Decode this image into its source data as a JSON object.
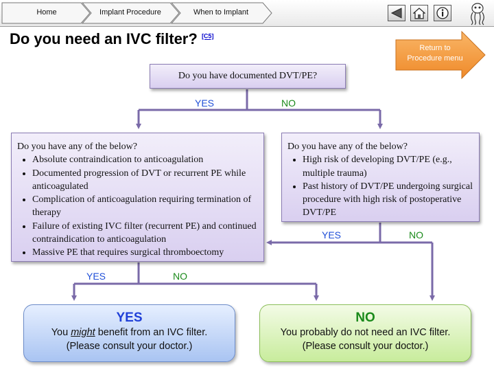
{
  "nav": {
    "crumbs": [
      "Home",
      "Implant Procedure",
      "When to Implant"
    ],
    "back_icon": "back-triangle-icon",
    "home_icon": "house-icon",
    "info_icon": "info-icon"
  },
  "title": {
    "text": "Do you need an IVC filter?",
    "ref": "[C5]"
  },
  "return_button": {
    "line1": "Return to",
    "line2": "Procedure menu",
    "color": "#f39a3a"
  },
  "flow": {
    "q1": "Do you have documented DVT/PE?",
    "q1_yes": "YES",
    "q1_no": "NO",
    "left_box": {
      "intro": "Do you have any of the below?",
      "items": [
        "Absolute contraindication to anticoagulation",
        "Documented progression of DVT or recurrent PE while anticoagulated",
        "Complication of anticoagulation requiring termination of therapy",
        "Failure of existing IVC filter (recurrent PE) and continued contraindication to anticoagulation",
        "Massive PE that requires surgical thromboectomy"
      ]
    },
    "right_box": {
      "intro": "Do you have any of the below?",
      "items": [
        "High risk of developing DVT/PE (e.g., multiple trauma)",
        "Past history of DVT/PE undergoing surgical procedure with high risk of postoperative DVT/PE"
      ]
    },
    "right_yes": "YES",
    "right_no": "NO",
    "left_yes": "YES",
    "left_no": "NO"
  },
  "results": {
    "yes": {
      "head": "YES",
      "line1_pre": "You ",
      "line1_em": "might",
      "line1_post": " benefit from an IVC filter.",
      "line2": "(Please consult your doctor.)",
      "color": "#1f3fd8"
    },
    "no": {
      "head": "NO",
      "line1": "You probably do not need an IVC filter.",
      "line2": "(Please consult your doctor.)",
      "color": "#1a8a1a"
    }
  },
  "colors": {
    "arrow": "#7a6aa8",
    "yes_text": "#1f4fd8",
    "no_text": "#1a8a1a"
  }
}
